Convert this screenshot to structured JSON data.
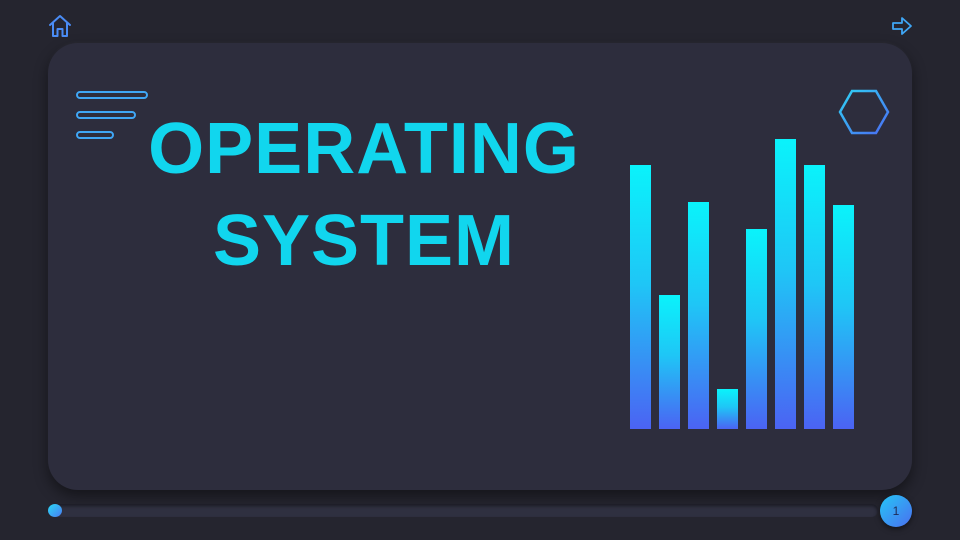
{
  "slide": {
    "title_line1": "OPERATING",
    "title_line2": "SYSTEM",
    "page_number": "1"
  },
  "progress": {
    "fraction": 0.0
  },
  "icons": {
    "home": "home-icon",
    "next": "arrow-right-icon",
    "menu": "menu-lines-icon",
    "hexagon": "hexagon-icon"
  },
  "colors": {
    "background": "#25252f",
    "card": "#2d2d3d",
    "title": "#11d6ee",
    "accent_cyan": "#0cf0fa",
    "accent_blue": "#4a6cf3",
    "icon_blue": "#3fa6f5"
  },
  "decor_bars": {
    "values": [
      100,
      51,
      86,
      15,
      76,
      110,
      100,
      85
    ]
  }
}
